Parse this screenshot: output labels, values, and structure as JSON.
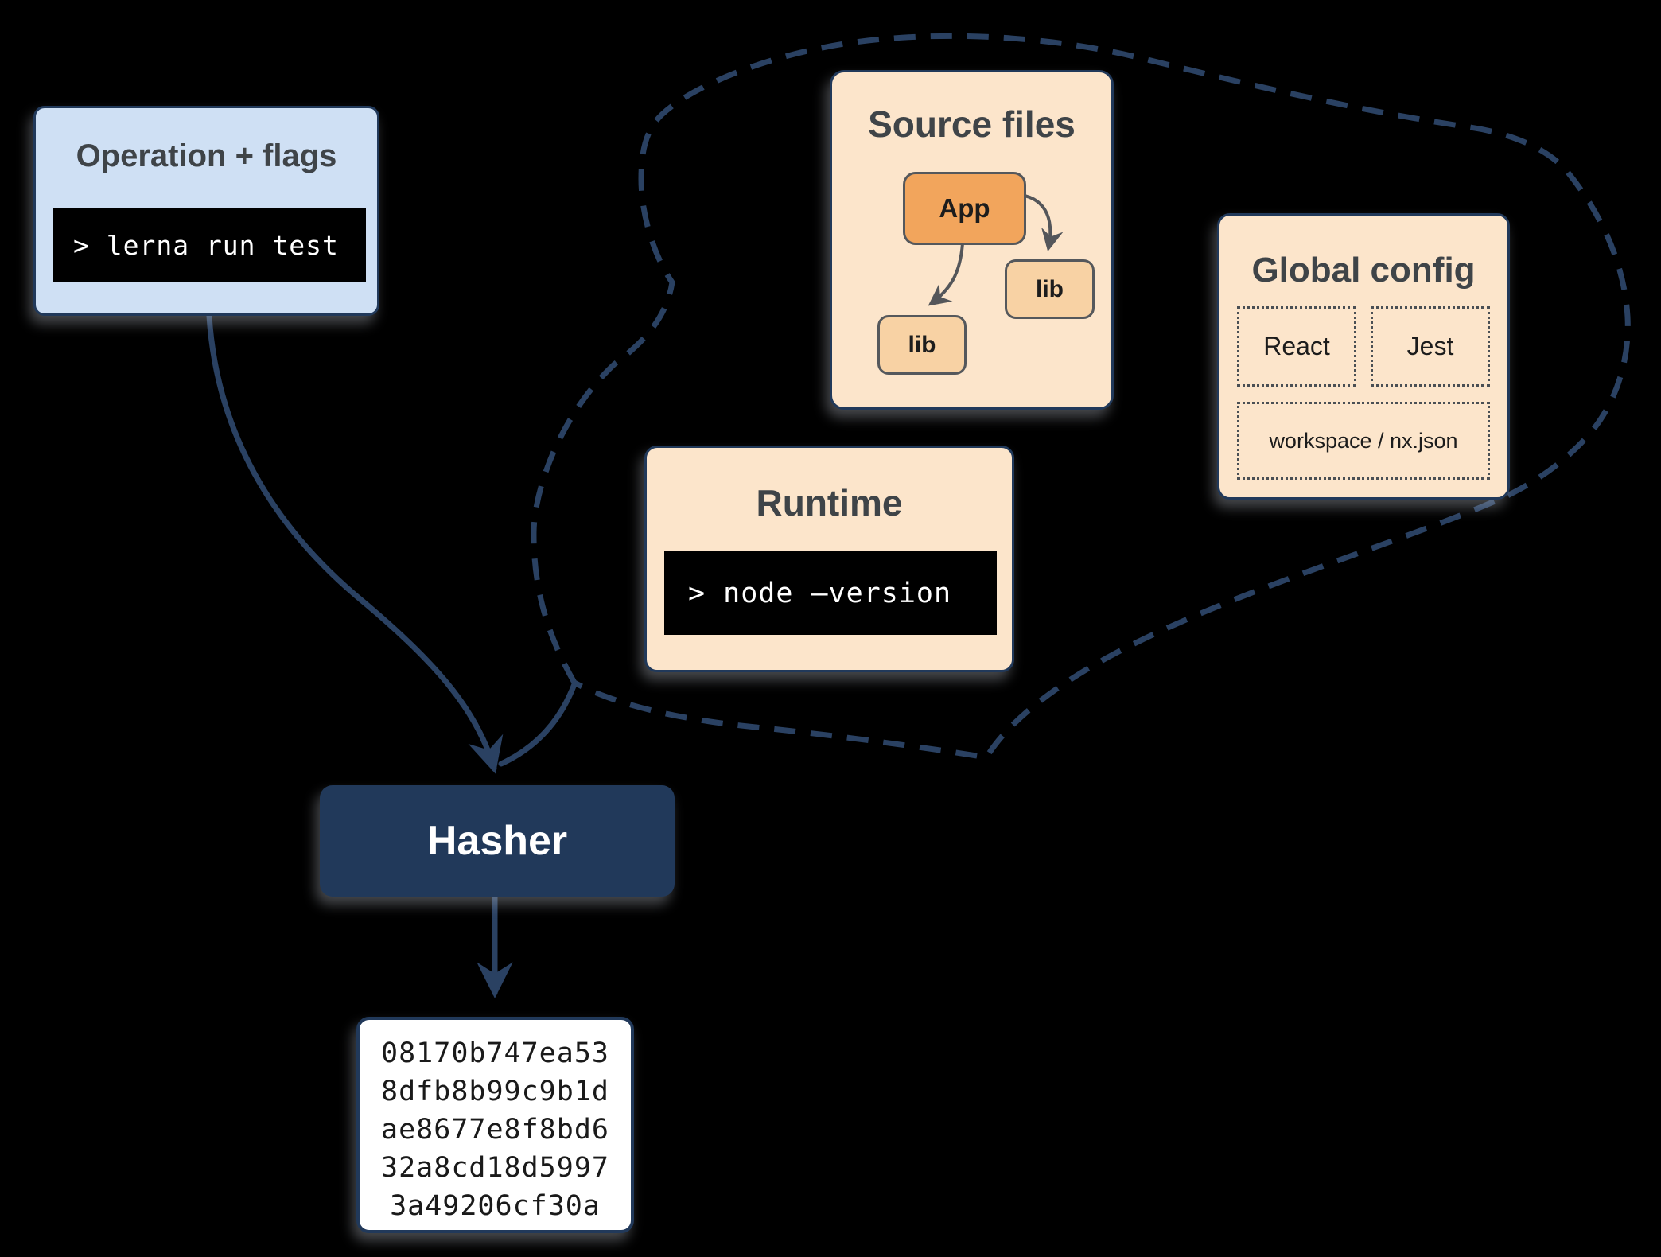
{
  "colors": {
    "background": "#000000",
    "navy": "#21395a",
    "arrow_navy": "#2a4162",
    "blue_fill": "#cfe0f4",
    "peach_fill": "#fce5cb",
    "orange_fill": "#f2a55c",
    "orange_light_fill": "#f8d2a4",
    "terminal_bg": "#000000",
    "terminal_text": "#ffffff",
    "title_text": "#3f4448",
    "node_border": "#55585c",
    "hasher_text": "#ffffff",
    "hash_text": "#1a1a1a",
    "hash_box_bg": "#ffffff"
  },
  "operation_box": {
    "title": "Operation + flags",
    "terminal": "> lerna run test"
  },
  "cloud": {
    "source_files": {
      "title": "Source files",
      "nodes": {
        "app": "App",
        "lib_right": "lib",
        "lib_left": "lib"
      }
    },
    "global_config": {
      "title": "Global config",
      "items": {
        "react": "React",
        "jest": "Jest",
        "workspace": "workspace / nx.json"
      }
    },
    "runtime": {
      "title": "Runtime",
      "terminal": "> node –version"
    }
  },
  "hasher": {
    "label": "Hasher"
  },
  "hash_output": {
    "lines": [
      "08170b747ea53",
      "8dfb8b99c9b1d",
      "ae8677e8f8bd6",
      "32a8cd18d5997",
      "3a49206cf30a"
    ]
  }
}
